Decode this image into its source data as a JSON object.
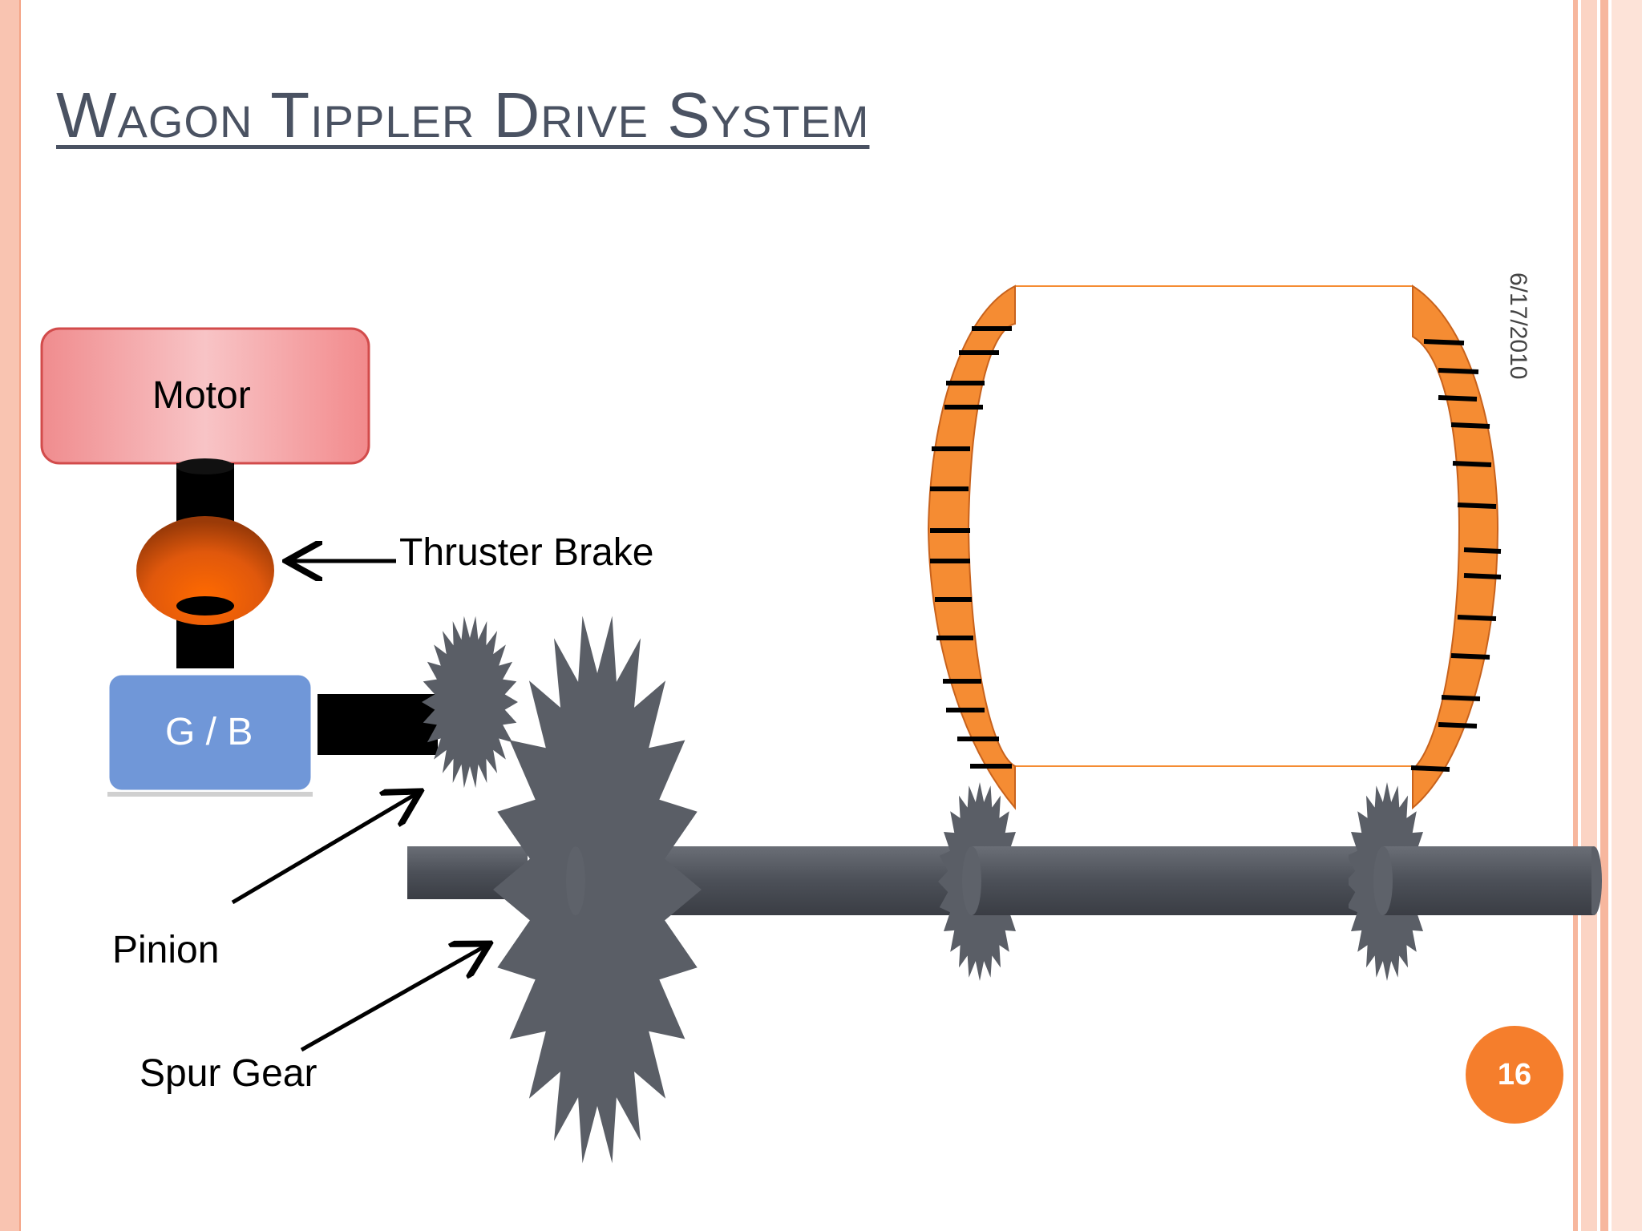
{
  "slide": {
    "title": "Wagon Tippler Drive System",
    "date": "6/17/2010",
    "page_number": "16"
  },
  "components": {
    "motor": "Motor",
    "gearbox": "G / B",
    "thruster_brake": "Thruster Brake",
    "pinion": "Pinion",
    "spur_gear": "Spur Gear"
  },
  "colors": {
    "motor_fill": "#f4a0a3",
    "motor_stroke": "#d24b4b",
    "gearbox_fill": "#7097d8",
    "brake_fill": "#f0640e",
    "gear_fill": "#5a5e66",
    "shaft_fill": "#4f535b",
    "tippler_ring": "#f58c33",
    "accent": "#f57e2c"
  }
}
